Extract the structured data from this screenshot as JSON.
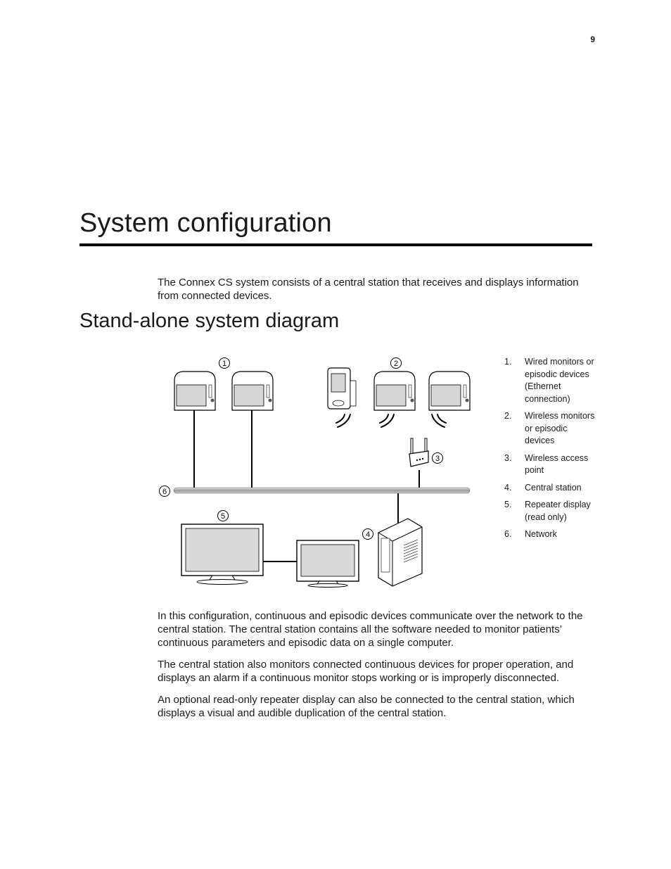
{
  "page": {
    "number": "9",
    "chapter_title": "System configuration",
    "intro": "The Connex CS system consists of a central station that receives and displays information from connected devices.",
    "section_title": "Stand-alone system diagram"
  },
  "diagram": {
    "callouts": [
      "1",
      "2",
      "3",
      "4",
      "5",
      "6"
    ],
    "legend": [
      {
        "num": "1.",
        "text": "Wired monitors or episodic devices (Ethernet connection)"
      },
      {
        "num": "2.",
        "text": "Wireless monitors or episodic devices"
      },
      {
        "num": "3.",
        "text": "Wireless access point"
      },
      {
        "num": "4.",
        "text": "Central station"
      },
      {
        "num": "5.",
        "text": "Repeater display (read only)"
      },
      {
        "num": "6.",
        "text": "Network"
      }
    ]
  },
  "body": {
    "paragraphs": [
      "In this configuration, continuous and episodic devices communicate over the network to the central station. The central station contains all the software needed to monitor patients’ continuous parameters and episodic data on a single computer.",
      "The central station also monitors connected continuous devices for proper operation, and displays an alarm if a continuous monitor stops working or is improperly disconnected.",
      "An optional read-only repeater display can also be connected to the central station, which displays a visual and audible duplication of the central station."
    ]
  }
}
